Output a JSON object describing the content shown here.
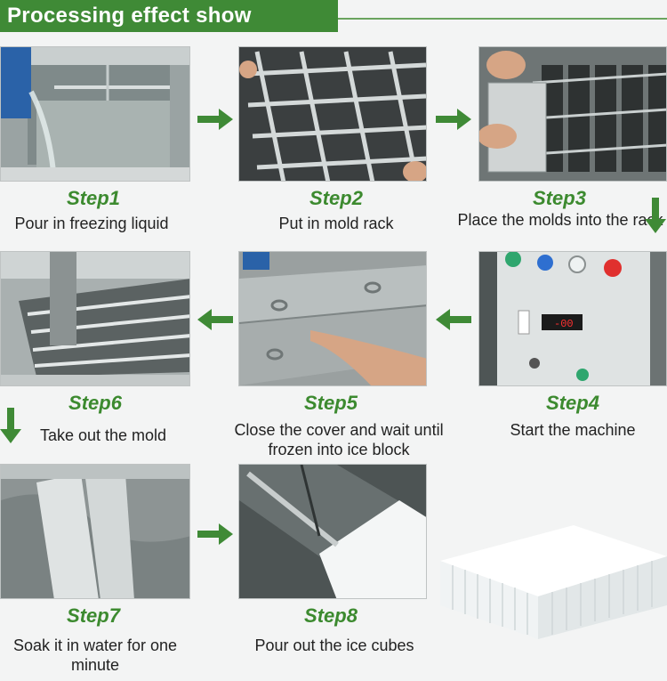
{
  "header": {
    "title": "Processing effect show"
  },
  "steps": [
    {
      "title": "Step1",
      "desc": "Pour in freezing liquid"
    },
    {
      "title": "Step2",
      "desc": "Put in mold rack"
    },
    {
      "title": "Step3",
      "desc": "Place the molds into the rack"
    },
    {
      "title": "Step4",
      "desc": "Start the machine"
    },
    {
      "title": "Step5",
      "desc": "Close the cover and wait until frozen into ice block"
    },
    {
      "title": "Step6",
      "desc": "Take out the mold"
    },
    {
      "title": "Step7",
      "desc": "Soak it in water for one minute"
    },
    {
      "title": "Step8",
      "desc": "Pour out the ice cubes"
    }
  ],
  "panel": {
    "display": "-00"
  },
  "colors": {
    "accent": "#3f8a36",
    "arrow": "#3f8a36"
  }
}
